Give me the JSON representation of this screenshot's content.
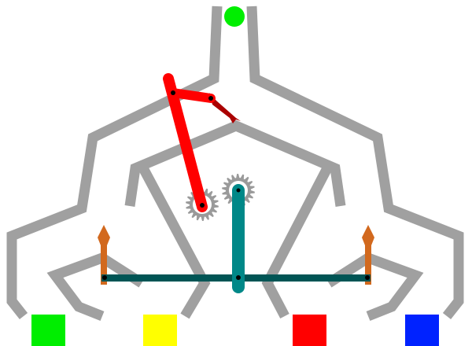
{
  "colors": {
    "wall": "#a0a0a0",
    "ball": "#00ee00",
    "bin_green": "#00ee00",
    "bin_yellow": "#ffff00",
    "bin_red": "#ff0000",
    "bin_blue": "#0022ff",
    "lever_red": "#ff0000",
    "flap_dark_red": "#aa0000",
    "lever_teal": "#008888",
    "bar_dark_teal": "#005555",
    "gear": "#9a9a9a",
    "flipper_orange": "#d2691e",
    "pivot": "#000000"
  },
  "scene": {
    "ball": {
      "icon": "ball-icon",
      "color_key": "ball"
    },
    "bins": [
      {
        "name": "green",
        "color_key": "bin_green"
      },
      {
        "name": "yellow",
        "color_key": "bin_yellow"
      },
      {
        "name": "red",
        "color_key": "bin_red"
      },
      {
        "name": "blue",
        "color_key": "bin_blue"
      }
    ],
    "gears": [
      {
        "name": "left-gear",
        "icon": "gear-icon"
      },
      {
        "name": "right-gear",
        "icon": "gear-icon"
      }
    ],
    "flippers": [
      {
        "name": "left-flipper",
        "icon": "flame-icon"
      },
      {
        "name": "right-flipper",
        "icon": "flame-icon"
      }
    ]
  }
}
